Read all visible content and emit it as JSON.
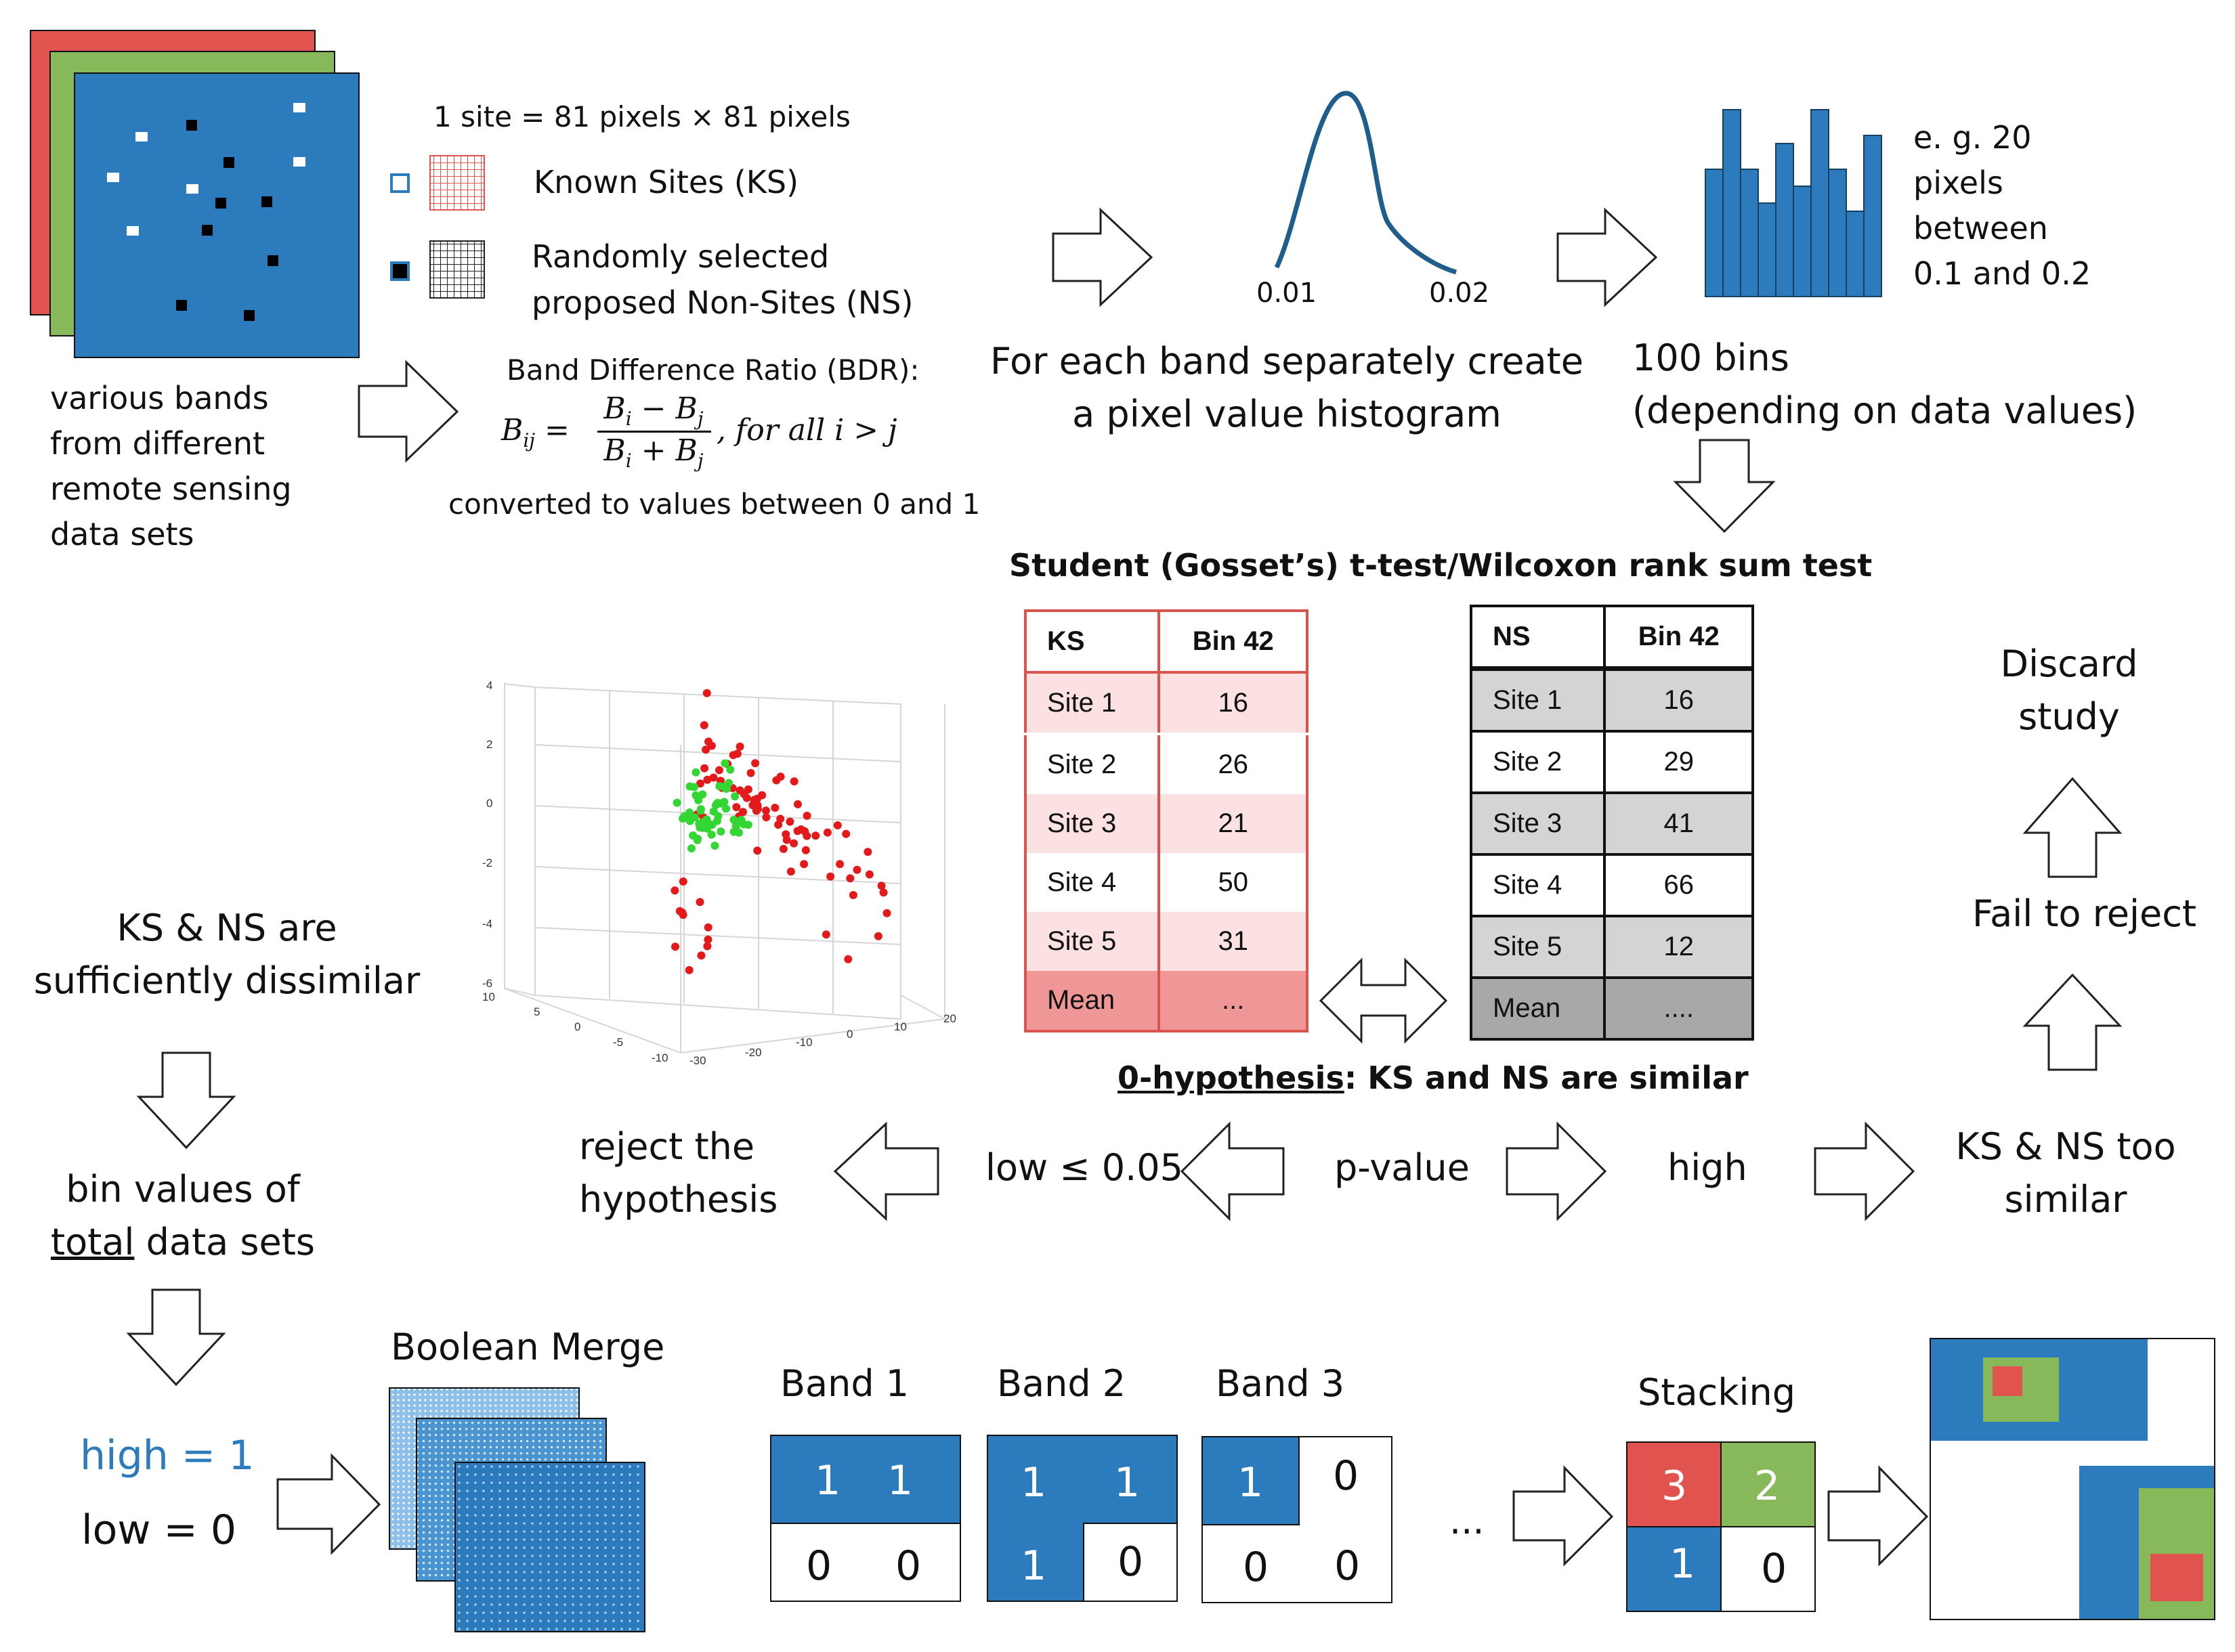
{
  "inputs": {
    "caption": "various bands from different remote sensing data sets",
    "site_size": "1 site = 81 pixels × 81 pixels",
    "known_sites_label": "Known Sites (KS)",
    "non_sites_label_line1": "Randomly selected",
    "non_sites_label_line2": "proposed Non-Sites (NS)",
    "bdr_title": "Band Difference Ratio (BDR):",
    "bdr_converted": "converted to values between 0 and 1",
    "bdr_formula_condition": "for all i > j"
  },
  "histogram": {
    "tick_low": "0.01",
    "tick_high": "0.02",
    "caption_line1": "For each band separately create",
    "caption_line2": "a pixel value histogram"
  },
  "bins": {
    "example_line1": "e. g. 20",
    "example_line2": "pixels",
    "example_line3": "between",
    "example_line4": "0.1 and 0.2",
    "caption_line1": "100 bins",
    "caption_line2": "(depending on data values)"
  },
  "test": {
    "title": "Student (Gosset’s) t-test/Wilcoxon rank sum test",
    "hypothesis_prefix": "0-hypothesis",
    "hypothesis_rest": ": KS and NS are similar",
    "ks_table": {
      "headers": [
        "KS",
        "Bin 42"
      ],
      "rows": [
        [
          "Site 1",
          "16"
        ],
        [
          "Site 2",
          "26"
        ],
        [
          "Site 3",
          "21"
        ],
        [
          "Site 4",
          "50"
        ],
        [
          "Site 5",
          "31"
        ],
        [
          "Mean",
          "..."
        ]
      ]
    },
    "ns_table": {
      "headers": [
        "NS",
        "Bin 42"
      ],
      "rows": [
        [
          "Site 1",
          "16"
        ],
        [
          "Site 2",
          "29"
        ],
        [
          "Site 3",
          "41"
        ],
        [
          "Site 4",
          "66"
        ],
        [
          "Site 5",
          "12"
        ],
        [
          "Mean",
          "...."
        ]
      ]
    }
  },
  "scatter": {
    "z_ticks": [
      "4",
      "2",
      "0",
      "-2",
      "-4",
      "-6"
    ],
    "y_ticks": [
      "10",
      "5",
      "0",
      "-5",
      "-10"
    ],
    "x_ticks": [
      "-30",
      "-20",
      "-10",
      "0",
      "10",
      "20"
    ]
  },
  "decision": {
    "p_value": "p-value",
    "low": "low ≤ 0.05",
    "high": "high",
    "reject_line1": "reject the",
    "reject_line2": "hypothesis",
    "too_similar_line1": "KS & NS too",
    "too_similar_line2": "similar",
    "fail": "Fail to reject",
    "discard_line1": "Discard",
    "discard_line2": "study",
    "dissimilar_line1": "KS & NS are",
    "dissimilar_line2": "sufficiently dissimilar",
    "binvalues_line1": "bin values of",
    "binvalues_total": "total",
    "binvalues_rest": " data sets",
    "high_eq": "high = 1",
    "low_eq": "low = 0"
  },
  "merge": {
    "title": "Boolean Merge",
    "band1": "Band 1",
    "band2": "Band 2",
    "band3": "Band 3",
    "ellipsis": "...",
    "stacking": "Stacking",
    "band1_vals": [
      "1",
      "1",
      "0",
      "0"
    ],
    "band2_vals": [
      "1",
      "1",
      "1",
      "0"
    ],
    "band3_vals": [
      "1",
      "0",
      "0",
      "0"
    ],
    "stack_vals": [
      "3",
      "2",
      "1",
      "0"
    ]
  },
  "colors": {
    "blue": "#2b7bbd",
    "red": "#e0534f",
    "green": "#87b85a",
    "ks_border": "#d9534f",
    "ks_row_light": "#fbe1e1",
    "ks_mean": "#ef9797",
    "ns_row_grey": "#d4d4d4",
    "ns_mean": "#a8a8a8",
    "high_text": "#2b7bbd"
  }
}
